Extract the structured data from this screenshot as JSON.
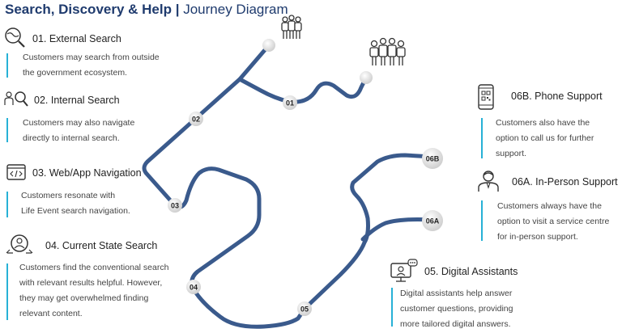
{
  "title": {
    "bold": "Search, Discovery & Help",
    "separator": "|",
    "light": "Journey Diagram"
  },
  "colors": {
    "path": "#3a5a8c",
    "accent_bar": "#27b1d6",
    "title": "#1f3b6e"
  },
  "stages": {
    "s01": {
      "heading": "01. External Search",
      "lines": [
        "Customers may search from outside",
        "the government ecosystem."
      ],
      "icon": "search-globe-icon"
    },
    "s02": {
      "heading": "02. Internal Search",
      "lines": [
        "Customers may also navigate",
        "directly to internal search."
      ],
      "icon": "people-search-icon"
    },
    "s03": {
      "heading": "03. Web/App Navigation",
      "lines": [
        "Customers resonate with",
        "Life Event search navigation."
      ],
      "icon": "browser-code-icon"
    },
    "s04": {
      "heading": "04. Current State Search",
      "lines": [
        "Customers find the conventional search",
        "with relevant results helpful. However,",
        "they may get overwhelmed finding",
        "relevant content."
      ],
      "icon": "user-search-icon"
    },
    "s05": {
      "heading": "05. Digital Assistants",
      "lines": [
        "Digital assistants help answer",
        "customer questions, providing",
        "more tailored digital answers."
      ],
      "icon": "chat-assistant-icon"
    },
    "s06a": {
      "heading": "06A. In-Person Support",
      "lines": [
        "Customers always have the",
        "option to visit a service centre",
        "for in-person support."
      ],
      "icon": "support-agent-icon"
    },
    "s06b": {
      "heading": "06B. Phone Support",
      "lines": [
        "Customers also have the",
        "option to call us for further",
        "support."
      ],
      "icon": "phone-qr-icon"
    }
  },
  "nodes": {
    "n01": "01",
    "n02": "02",
    "n03": "03",
    "n04": "04",
    "n05": "05",
    "n06a": "06A",
    "n06b": "06B"
  },
  "crowd_icons": [
    "people-group-small-icon",
    "people-group-large-icon"
  ]
}
